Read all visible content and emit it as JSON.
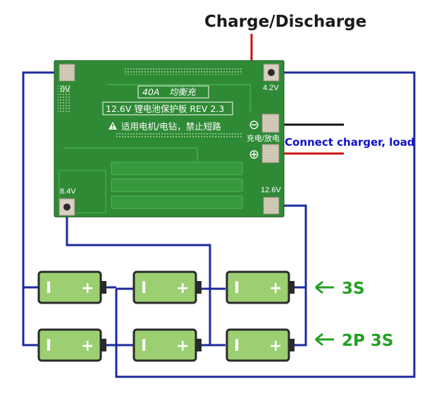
{
  "header": {
    "title": "Charge/Discharge"
  },
  "board": {
    "rating": "40A",
    "brand": "均衡充",
    "model": "12.6V 锂电池保护板 REV 2.3",
    "warning": "适用电机/电钻，禁止短路",
    "port_label": "充电/放电"
  },
  "pads": {
    "zero": "0V",
    "p42": "4.2V",
    "p84": "8.4V",
    "p126": "12.6V"
  },
  "terminals": {
    "minus": "⊖",
    "plus": "⊕"
  },
  "annotations": {
    "connect": "Connect charger, load"
  },
  "configs": {
    "row1": "3S",
    "row2": "2P 3S"
  },
  "battery": {
    "minus": "I",
    "plus": "+"
  },
  "colors": {
    "pcb": "#2f8a35",
    "wire": "#1d2a9e",
    "battery": "#9ccf72",
    "label_green": "#22a022",
    "red_wire": "#cc1111"
  }
}
